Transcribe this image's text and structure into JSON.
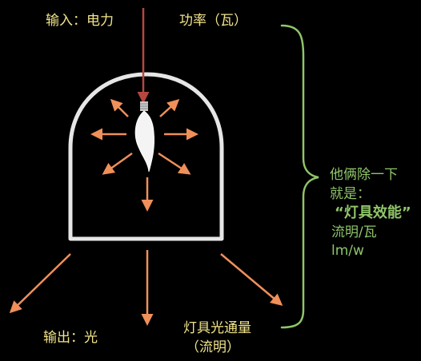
{
  "labels": {
    "input": "输入：电力",
    "power": "功率（瓦）",
    "output": "输出：光",
    "flux_line1": "灯具光通量",
    "flux_line2": "（流明）"
  },
  "annotation": {
    "line1": "他俩除一下",
    "line2": "就是：",
    "highlight": "“灯具效能”",
    "line4": "流明/瓦",
    "line5": "lm/w"
  },
  "colors": {
    "background": "#000000",
    "label_text": "#f2e48a",
    "annotation_text": "#8fc56a",
    "fixture_outline": "#e6e6e6",
    "input_arrow": "#b5473e",
    "light_arrows": "#ef8f5a",
    "brace": "#8fc56a"
  }
}
